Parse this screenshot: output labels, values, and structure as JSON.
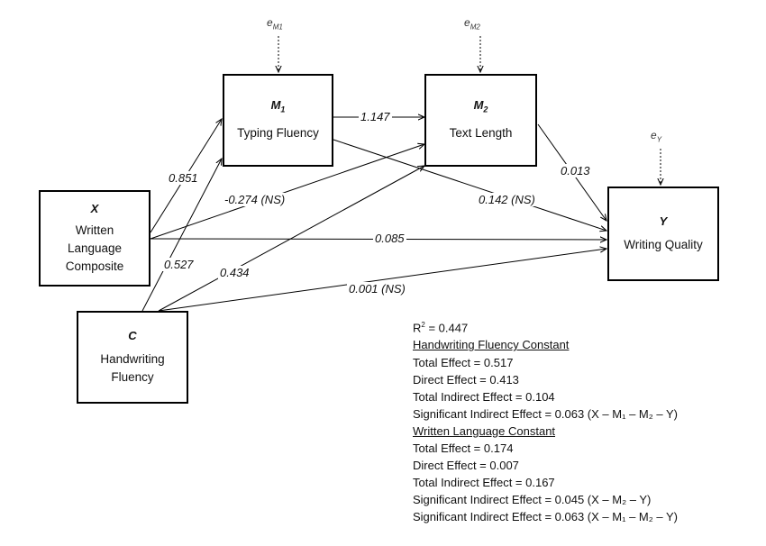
{
  "nodes": {
    "x": {
      "symbol": "X",
      "label_lines": [
        "Written",
        "Language",
        "Composite"
      ]
    },
    "c": {
      "symbol": "C",
      "label_lines": [
        "Handwriting",
        "Fluency"
      ]
    },
    "m1": {
      "symbol": "M",
      "symbol_sub": "1",
      "label_lines": [
        "Typing Fluency"
      ]
    },
    "m2": {
      "symbol": "M",
      "symbol_sub": "2",
      "label_lines": [
        "Text Length"
      ]
    },
    "y": {
      "symbol": "Y",
      "label_lines": [
        "Writing Quality"
      ]
    }
  },
  "errors": {
    "em1": {
      "base": "e",
      "sub": "M1"
    },
    "em2": {
      "base": "e",
      "sub": "M2"
    },
    "ey": {
      "base": "e",
      "sub": "Y"
    }
  },
  "paths": {
    "x_m1": "0.851",
    "x_m2": "-0.274 (NS)",
    "x_y": "0.085",
    "c_m1": "0.527",
    "c_m2": "0.434",
    "c_y": "0.001 (NS)",
    "m1_m2": "1.147",
    "m1_y": "0.142 (NS)",
    "m2_y": "0.013"
  },
  "stats": {
    "r2_base": "R",
    "r2_sup": "2",
    "r2_value": " = 0.447",
    "handwriting": {
      "heading": "Handwriting Fluency Constant",
      "lines": [
        "Total Effect = 0.517",
        "Direct Effect = 0.413",
        "Total Indirect Effect = 0.104",
        "Significant Indirect Effect = 0.063 (X – M₁ – M₂ – Y)"
      ]
    },
    "written": {
      "heading": "Written Language Constant",
      "lines": [
        "Total Effect = 0.174",
        "Direct Effect = 0.007",
        "Total Indirect Effect = 0.167",
        "Significant Indirect Effect = 0.045 (X – M₂ – Y)",
        "Significant Indirect Effect = 0.063 (X – M₁ – M₂ – Y)"
      ]
    }
  }
}
